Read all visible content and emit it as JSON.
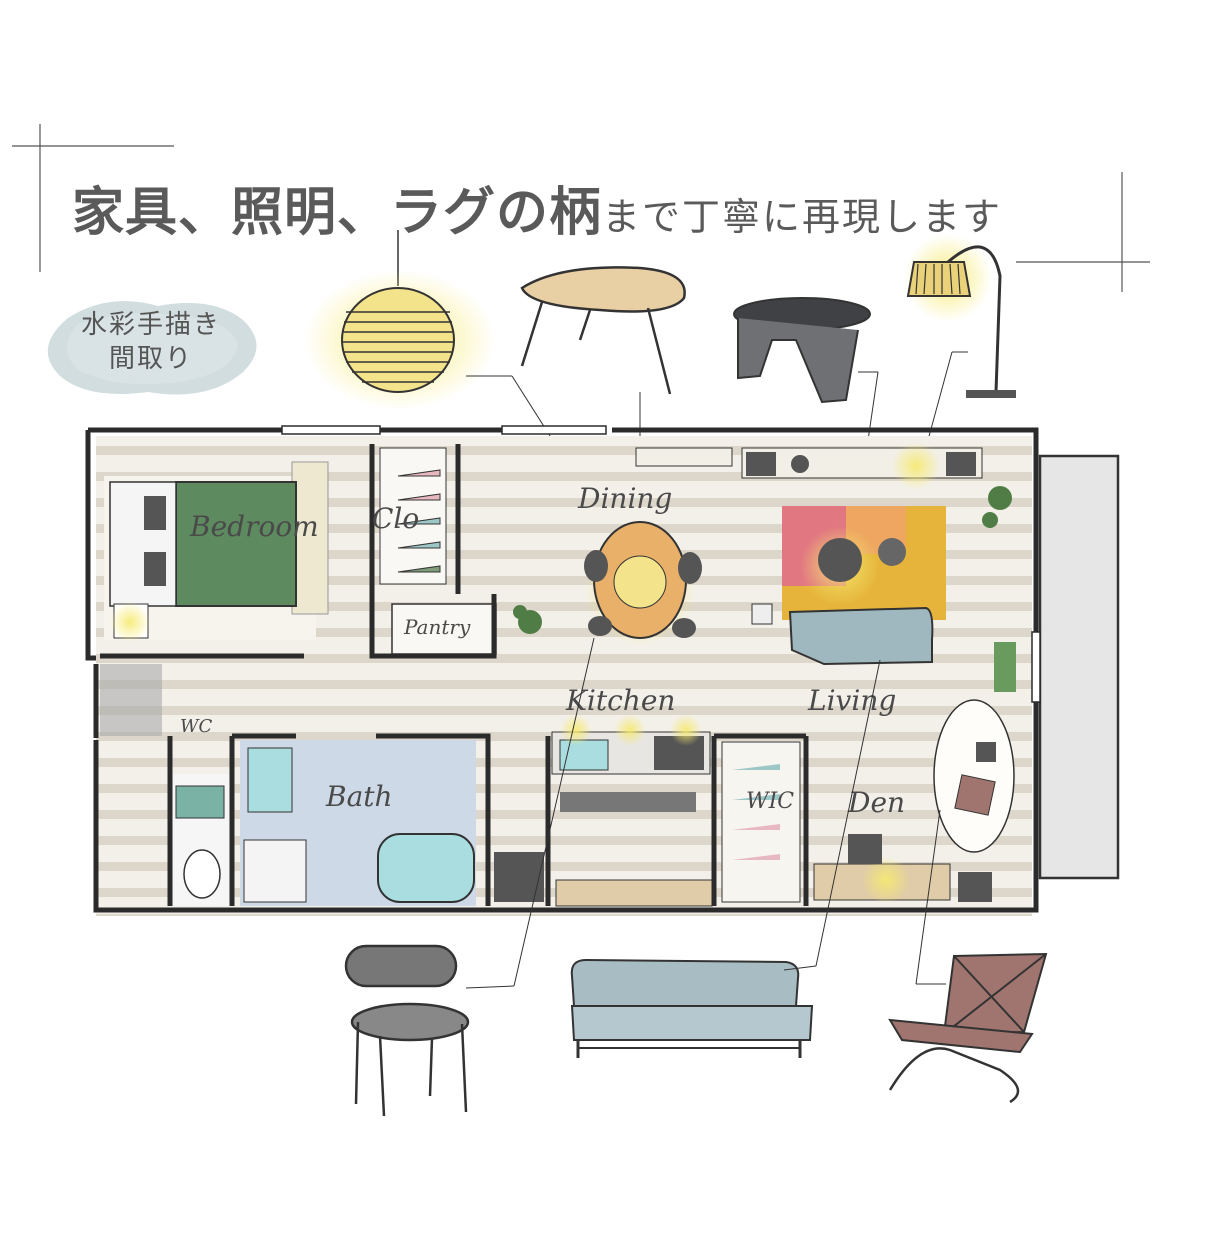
{
  "heading": {
    "emphasis": "家具、照明、ラグの柄",
    "rest": "まで丁寧に再現します"
  },
  "badge": {
    "line1": "水彩手描き",
    "line2": "間取り"
  },
  "rooms": {
    "bedroom": "Bedroom",
    "clo": "Clo",
    "pantry": "Pantry",
    "dining": "Dining",
    "kitchen": "Kitchen",
    "living": "Living",
    "wc": "WC",
    "bath": "Bath",
    "wic": "WIC",
    "den": "Den"
  },
  "colors": {
    "wall": "#2b2b2b",
    "floor_stripe": "#d9d3c7",
    "bed": "#5d8a5f",
    "rug_pink": "#e0708a",
    "rug_yellow": "#e6b43a",
    "sofa": "#9fb8bf",
    "lamp_glow": "#f4e36b",
    "table_wood": "#e9b06a",
    "chair_pink": "#a0756f"
  }
}
